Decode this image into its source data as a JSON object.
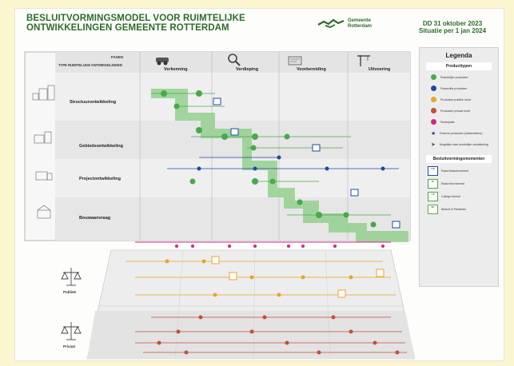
{
  "title": {
    "line1": "BESLUITVORMINGSMODEL VOOR RUIMTELIJKE",
    "line2": "ONTWIKKELINGEN GEMEENTE ROTTERDAM"
  },
  "logo": {
    "line1": "Gemeente",
    "line2": "Rotterdam"
  },
  "date": {
    "line1": "DD 31 oktober 2023",
    "line2": "Situatie per 1 jan 2024"
  },
  "colors": {
    "brand_green": "#2e6b2a",
    "route_green": "#8fce8a",
    "product_green": "#4aa84a",
    "blue": "#1f4aa0",
    "orange": "#e7a62a",
    "red": "#c0503a",
    "magenta": "#d0258c"
  },
  "matrix": {
    "row_header": "TYPE RUIMTELIJKE ONTWIKKELINGEN",
    "col_header": "FASEN",
    "phases": [
      "Verkenning",
      "Verdieping",
      "Voorbereiding",
      "Uitvoering"
    ],
    "rows": [
      "Structuurontwikkeling",
      "Gebiedsontwikkeling",
      "Projectontwikkeling",
      "Bouwaanvraag"
    ]
  },
  "actors": {
    "public": "Publiek",
    "private": "Privaat"
  },
  "legend": {
    "title": "Legenda",
    "producttypen_title": "Producttypen",
    "producttypen": [
      {
        "label": "Ruimtelijke producten",
        "color": "#4aa84a",
        "icon": "circle"
      },
      {
        "label": "Financiële producten",
        "color": "#1f4aa0",
        "icon": "circle"
      },
      {
        "label": "Producten publiek recht",
        "color": "#e7a62a",
        "icon": "circle"
      },
      {
        "label": "Producten privaat recht",
        "color": "#c0503a",
        "icon": "circle"
      },
      {
        "label": "Participatie",
        "color": "#d0258c",
        "icon": "circle"
      },
      {
        "label": "Externe producten (stakeholders)",
        "color": "#4b2a8a",
        "icon": "star"
      },
      {
        "label": "Mogelijke start ruimtelijke ontwikkeling",
        "color": "#2e6b2a",
        "icon": "arrow"
      }
    ],
    "besluit_title": "Besluitvormingsmomenten",
    "besluiten": [
      {
        "label": "Raad besluitvormend",
        "code": "RB",
        "border": "#1f4aa0"
      },
      {
        "label": "Raad informerend",
        "code": "RI",
        "border": "#4aa84a"
      },
      {
        "label": "College besluit",
        "code": "CB",
        "border": "#4aa84a"
      },
      {
        "label": "Besluit in Planteam",
        "code": "BP",
        "border": "#6aa84a"
      }
    ]
  }
}
